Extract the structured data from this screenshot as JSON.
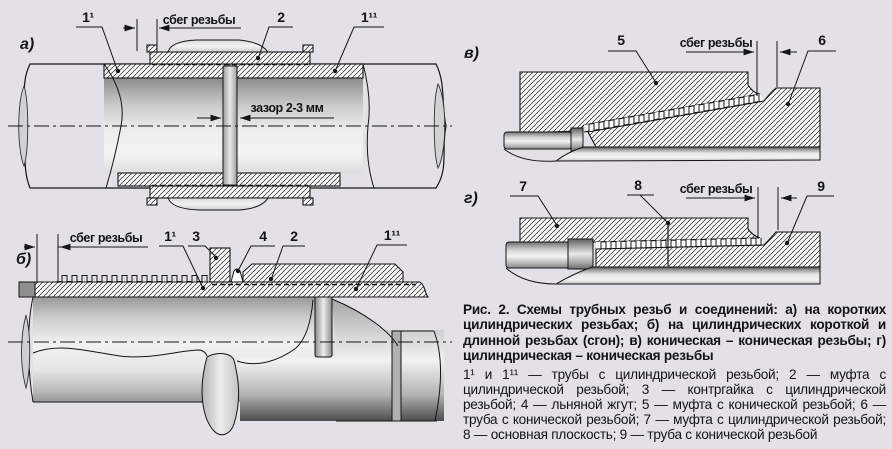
{
  "figure": {
    "background_color": "#e3e1e6",
    "ink_color": "#151515",
    "caption": "Рис. 2. Схемы трубных резьб и соединений: а) на коротких цилиндрических резьбах; б) на цилиндрических короткой и длинной резьбах (сгон); в) коническая – коническая резьбы; г) цилиндрическая – коническая резьбы",
    "legend": "1¹ и 1¹¹ — трубы с цилиндрической резьбой; 2 — муфта с цилиндрической резьбой; 3 — контргайка с цилиндрической резьбой; 4 — льняной жгут; 5 — муфта с конической резьбой; 6 — труба с конической резьбой; 7 — муфта с цилиндрической резьбой; 8 — основная плоскость; 9 — труба с конической резьбой"
  },
  "diagram_a": {
    "panel_letter": "а)",
    "pipe_left": "1¹",
    "runout": "сбег резьбы",
    "coupling": "2",
    "pipe_right": "1¹¹",
    "gap": "зазор 2-3 мм"
  },
  "diagram_b": {
    "panel_letter": "б)",
    "runout": "сбег резьбы",
    "pipe_left": "1¹",
    "locknut": "3",
    "strand": "4",
    "coupling": "2",
    "pipe_right": "1¹¹"
  },
  "diagram_v": {
    "panel_letter": "в)",
    "coupling": "5",
    "runout": "сбег резьбы",
    "pipe": "6"
  },
  "diagram_g": {
    "panel_letter": "г)",
    "coupling": "7",
    "base_plane": "8",
    "runout": "сбег резьбы",
    "pipe": "9"
  }
}
